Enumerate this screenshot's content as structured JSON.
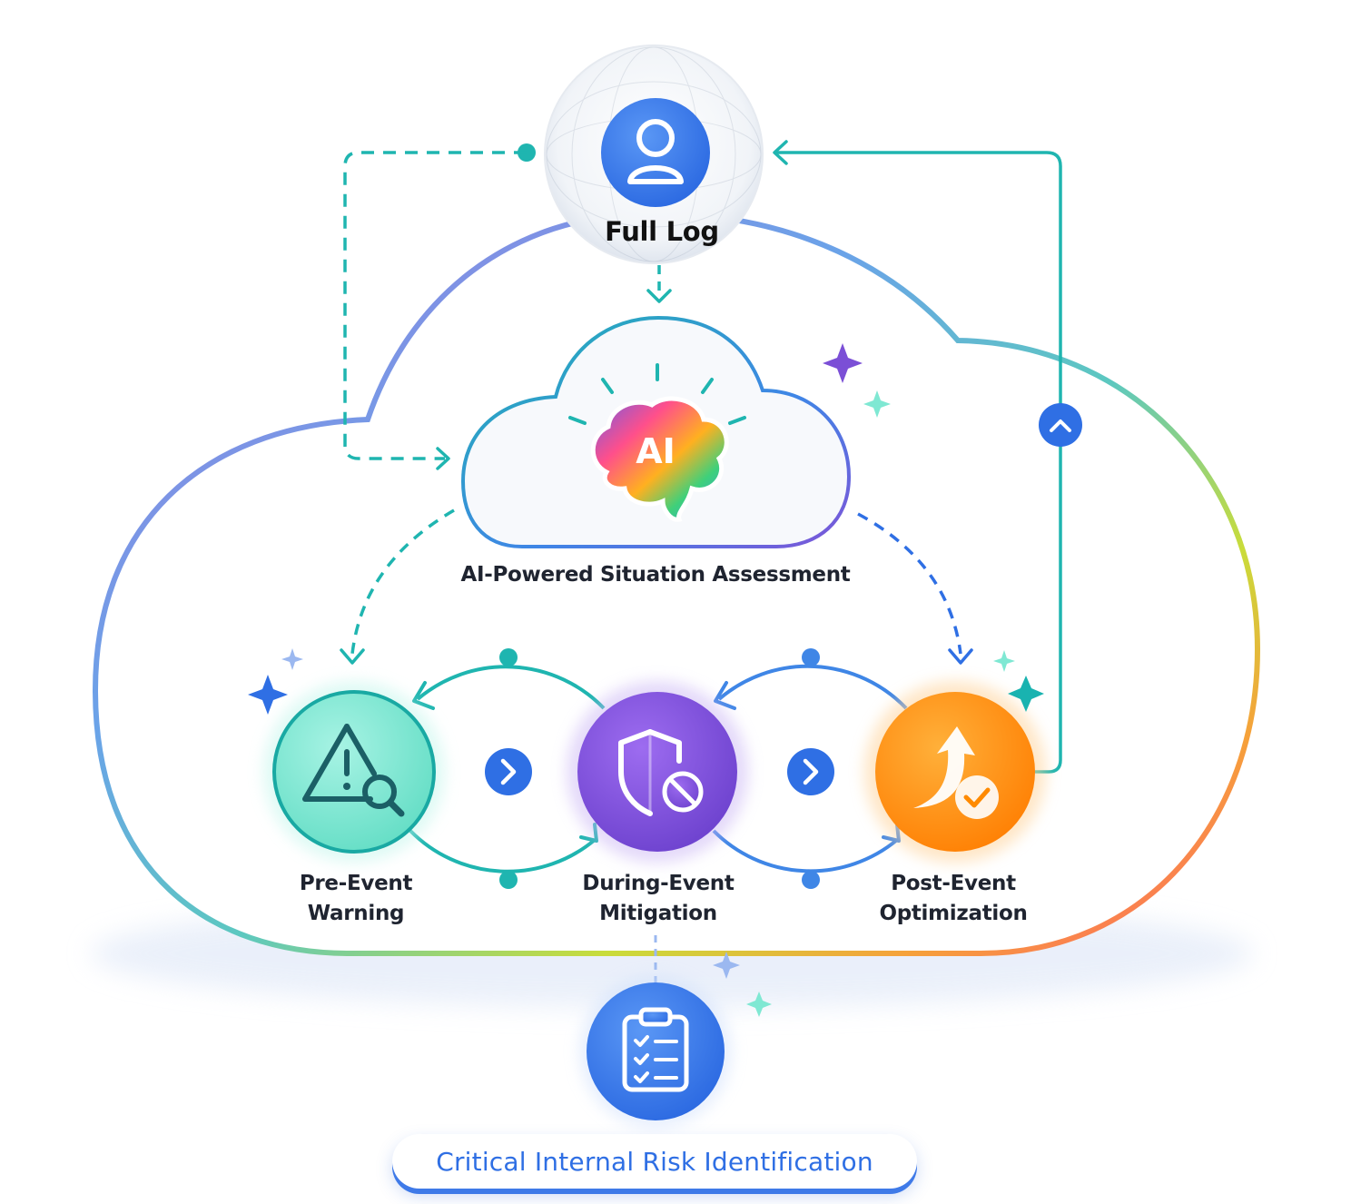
{
  "nodes": {
    "full_log": "Full Log",
    "ai_assessment": "AI-Powered Situation Assessment",
    "ai_badge": "AI",
    "pre_event": [
      "Pre-Event",
      "Warning"
    ],
    "during_event": [
      "During-Event",
      "Mitigation"
    ],
    "post_event": [
      "Post-Event",
      "Optimization"
    ],
    "risk": "Critical Internal Risk Identification"
  },
  "icons": {
    "full_log": "user-icon",
    "pre_event": "warning-search-icon",
    "during_event": "shield-block-icon",
    "post_event": "arrow-up-check-icon",
    "risk": "clipboard-checklist-icon",
    "ai": "ai-brain-icon"
  },
  "colors": {
    "teal": "#19b3b0",
    "blue": "#2f6fe4",
    "purple": "#7b4fd6",
    "orange": "#ff8a00",
    "mint": "#7fe8d3"
  }
}
